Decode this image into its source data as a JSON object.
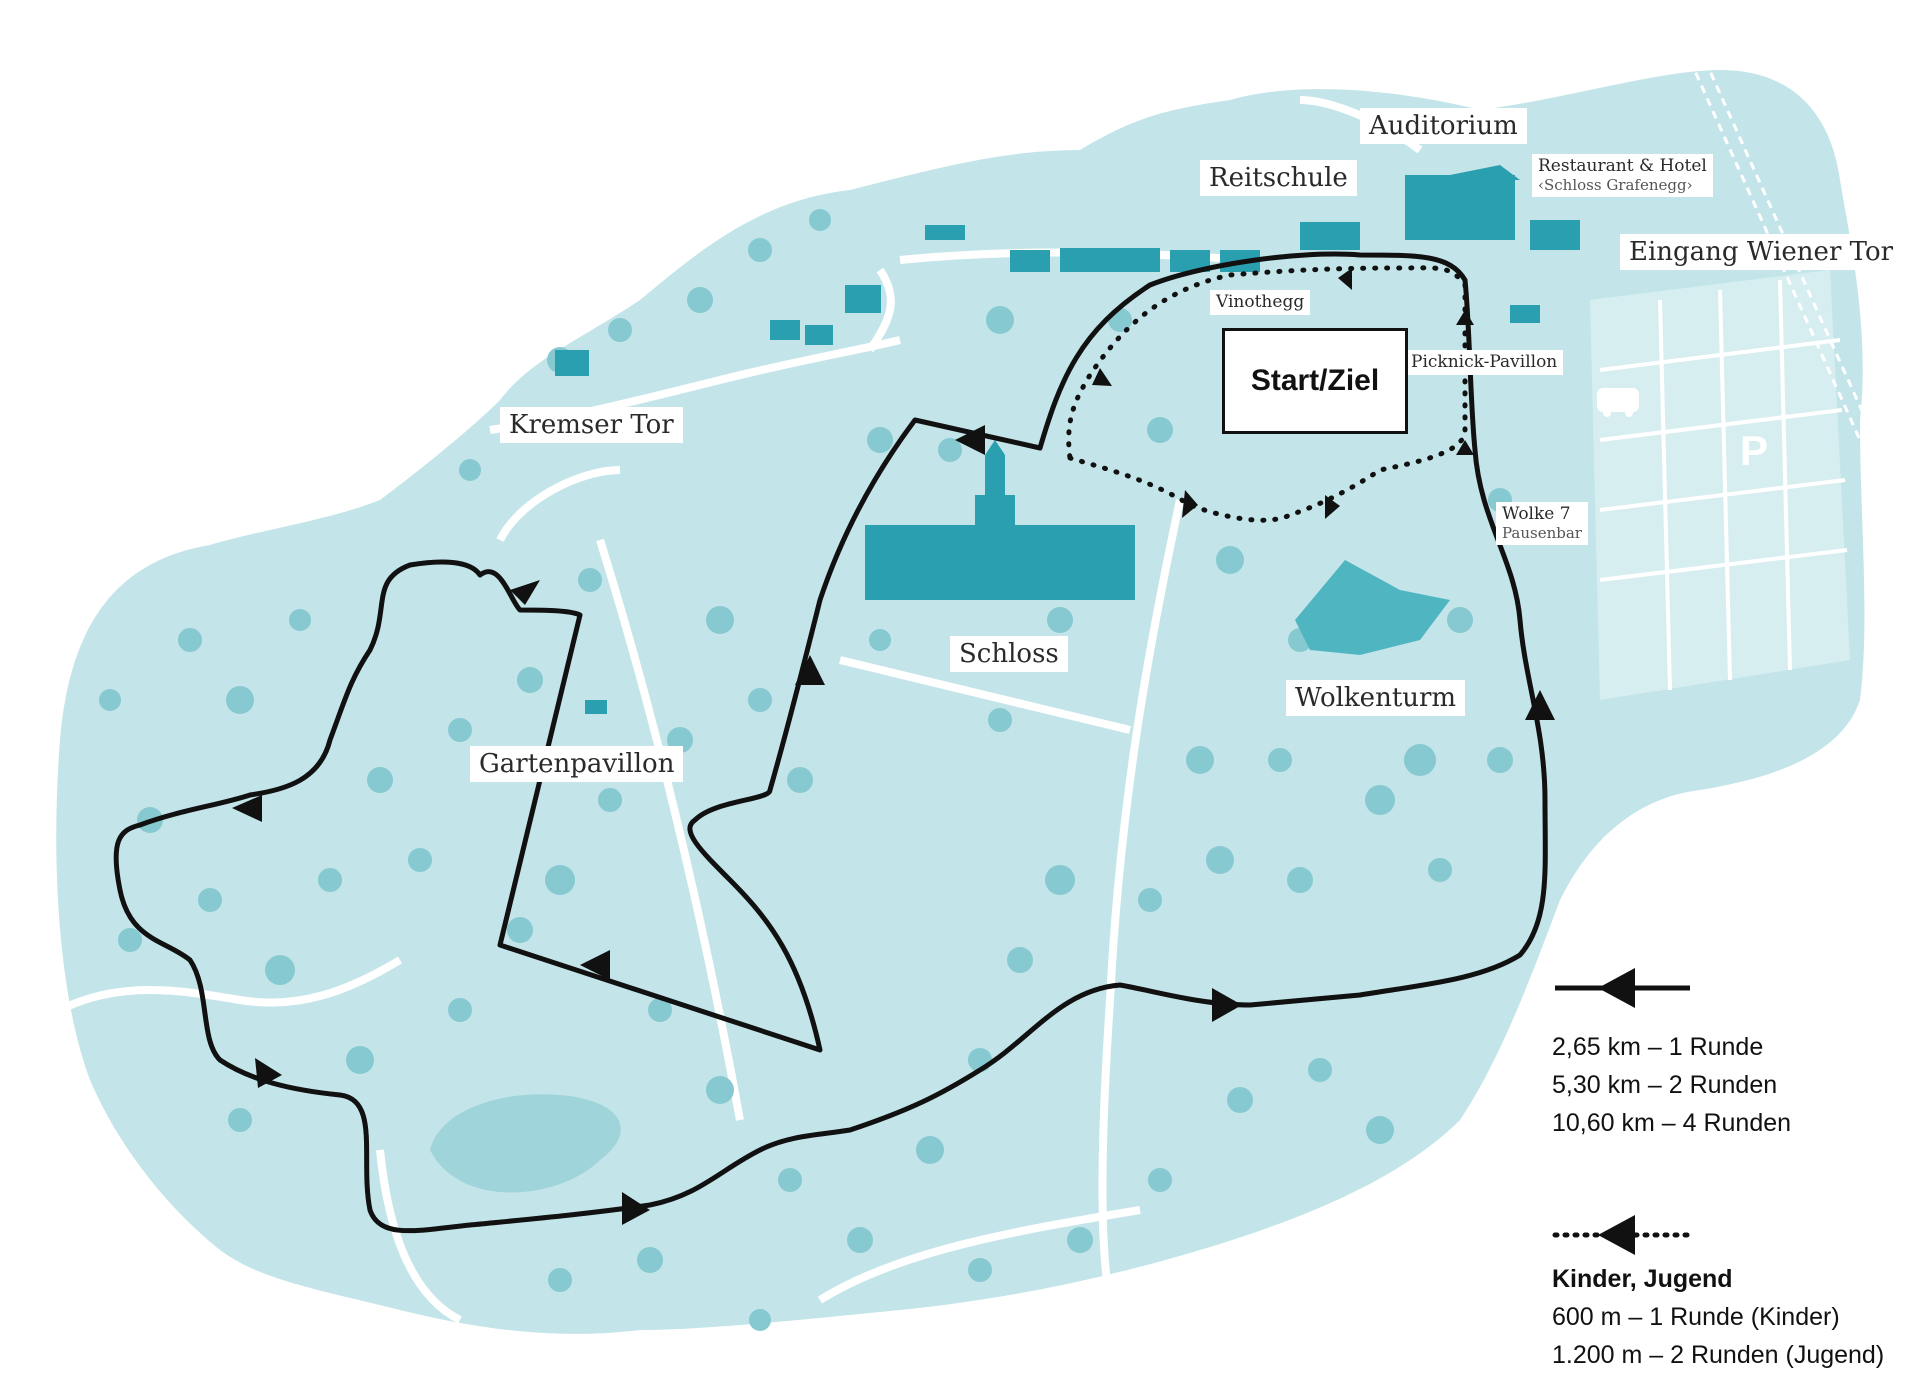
{
  "colors": {
    "park": "#c3e5e9",
    "park_dark": "#9fd4da",
    "paths": "#ffffff",
    "trees": "#86c9d0",
    "buildings": "#2a9fb0",
    "route": "#111111"
  },
  "labels": {
    "auditorium": "Auditorium",
    "reitschule": "Reitschule",
    "restaurant": "Restaurant & Hotel",
    "restaurant_sub": "‹Schloss Grafenegg›",
    "eingang": "Eingang Wiener Tor",
    "vinothegg": "Vinothegg",
    "picknick": "Picknick-Pavillon",
    "kremser": "Kremser Tor",
    "schloss": "Schloss",
    "wolke7": "Wolke 7",
    "wolke7_sub": "Pausenbar",
    "wolkenturm": "Wolkenturm",
    "gartenpavillon": "Gartenpavillon",
    "parking": "P",
    "start_ziel": "Start/Ziel"
  },
  "legend": {
    "main": {
      "line_style": "solid",
      "rows": [
        "2,65 km – 1 Runde",
        "5,30 km – 2 Runden",
        "10,60 km – 4 Runden"
      ]
    },
    "kids": {
      "line_style": "dotted",
      "title": "Kinder, Jugend",
      "rows": [
        "600 m – 1 Runde (Kinder)",
        "1.200 m – 2 Runden (Jugend)"
      ]
    }
  }
}
